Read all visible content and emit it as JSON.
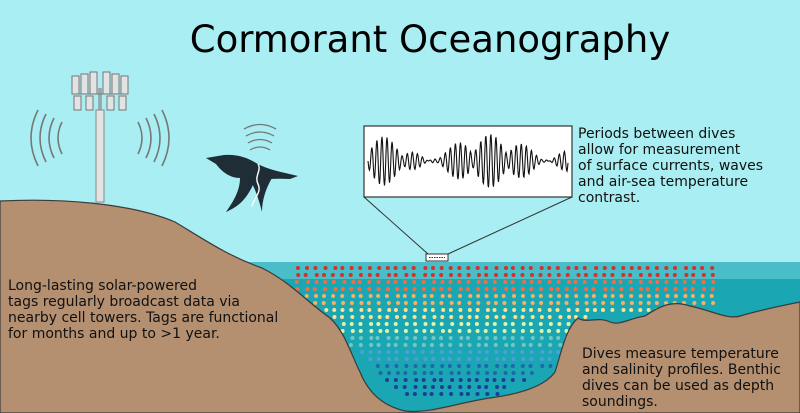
{
  "title": "Cormorant Oceanography",
  "notes": {
    "periods": [
      "Periods between dives",
      "allow for measurement",
      "of surface currents, waves",
      "and air-sea temperature",
      "contrast."
    ],
    "tags": [
      "Long-lasting solar-powered",
      "tags regularly broadcast data via",
      "nearby cell towers. Tags are functional",
      "for months and up to >1 year."
    ],
    "dives": [
      "Dives measure temperature",
      "and salinity profiles. Benthic",
      "dives can be used as depth",
      "soundings."
    ]
  },
  "colors": {
    "sky": "#a9eef2",
    "water": "#1ba6b4",
    "land": "#b48f70",
    "bird": "#1f2d36",
    "tower": "#d9d9d9",
    "profile_shallow": "#d73027",
    "profile_mid": "#fee090",
    "profile_deep": "#2166ac"
  },
  "icons": {
    "tower": "cell-tower-icon",
    "bird": "cormorant-icon",
    "signal": "signal-waves-icon",
    "tag": "tag-icon"
  }
}
